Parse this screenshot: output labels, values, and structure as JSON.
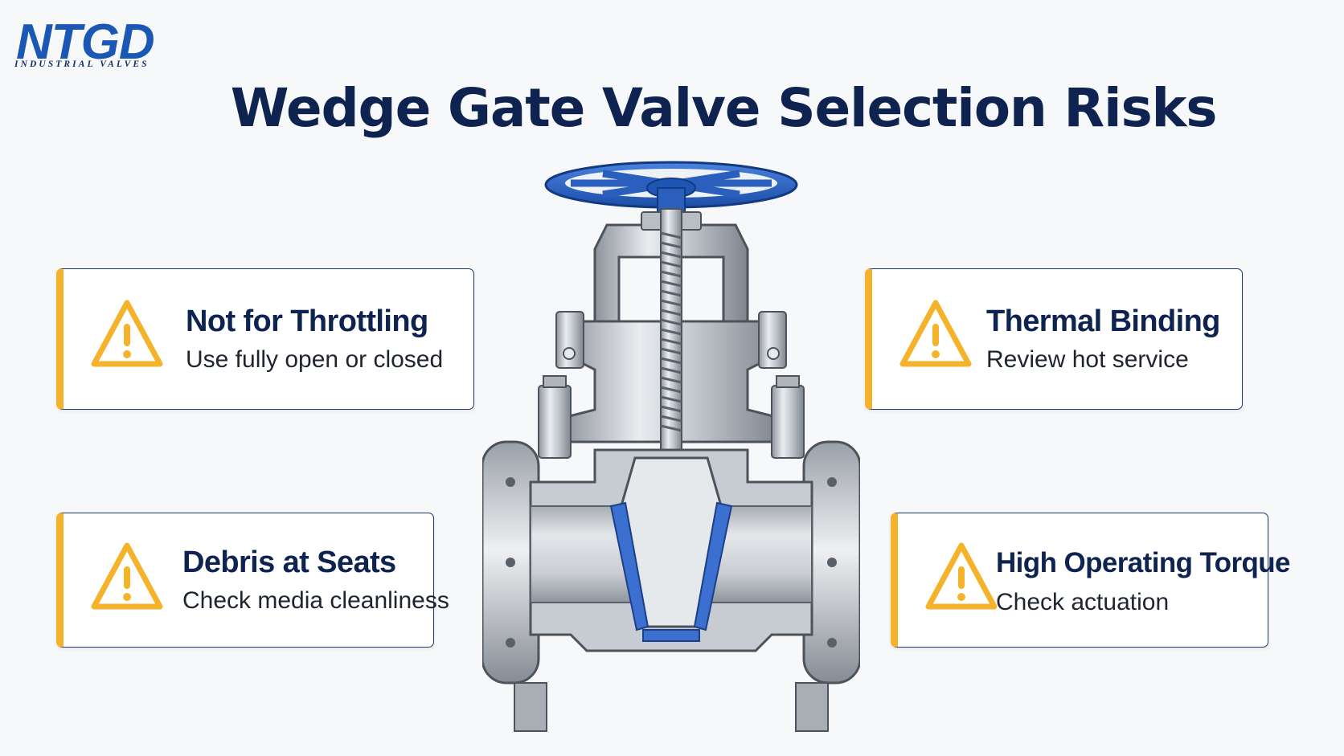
{
  "logo": {
    "text": "NTGD",
    "subtitle": "INDUSTRIAL VALVES"
  },
  "title": "Wedge Gate Valve Selection Risks",
  "colors": {
    "accent": "#f4b32a",
    "navy": "#0e2350",
    "brand_blue": "#1b57b5",
    "handwheel": "#2f66c9"
  },
  "cards": [
    {
      "icon": "warning-icon",
      "title": "Not for Throttling",
      "subtitle": "Use fully open or closed"
    },
    {
      "icon": "warning-icon",
      "title": "Thermal Binding",
      "subtitle": "Review hot service"
    },
    {
      "icon": "warning-icon",
      "title": "Debris at Seats",
      "subtitle": "Check media cleanliness"
    },
    {
      "icon": "warning-icon",
      "title": "High Operating Torque",
      "subtitle": "Check actuation"
    }
  ]
}
